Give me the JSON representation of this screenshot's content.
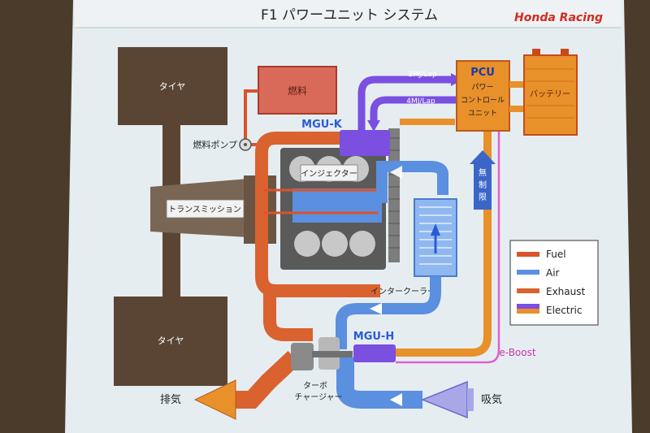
{
  "slide": {
    "title": "F1 パワーユニット システム",
    "brand": "Honda Racing"
  },
  "components": {
    "tire_top": "タイヤ",
    "tire_bottom": "タイヤ",
    "fuel_tank": "燃料",
    "fuel_pump": "燃料ポンプ",
    "transmission": "トランスミッション",
    "injector": "インジェクター",
    "mgu_k": "MGU-K",
    "mgu_h": "MGU-H",
    "pcu_title": "PCU",
    "pcu_line1": "パワー",
    "pcu_line2": "コントロール",
    "pcu_line3": "ユニット",
    "battery": "バッテリー",
    "intercooler": "インタークーラー",
    "turbo_line1": "ターボ",
    "turbo_line2": "チャージャー",
    "exhaust_out": "排気",
    "air_in": "吸気",
    "unlimited": [
      "無",
      "制",
      "限"
    ],
    "energy_2mj": "2MJ/Lap",
    "energy_4mj": "4MJ/Lap",
    "eboost": "e-Boost"
  },
  "legend": {
    "items": [
      {
        "label": "Fuel",
        "color": "#d8542a"
      },
      {
        "label": "Air",
        "color": "#5b8fe0"
      },
      {
        "label": "Exhaust",
        "color": "#d9622f"
      },
      {
        "label": "Electric",
        "color": "#7b4fe0",
        "color2": "#e8902a"
      }
    ]
  },
  "colors": {
    "fuel": "#d8542a",
    "air": "#5b8fe0",
    "exhaust": "#d9622f",
    "electric_purple": "#7b4fe0",
    "electric_orange": "#e8902a",
    "eboost_pink": "#e060c8",
    "brown": "#5a4534",
    "slide_bg": "#e4ecf0"
  }
}
